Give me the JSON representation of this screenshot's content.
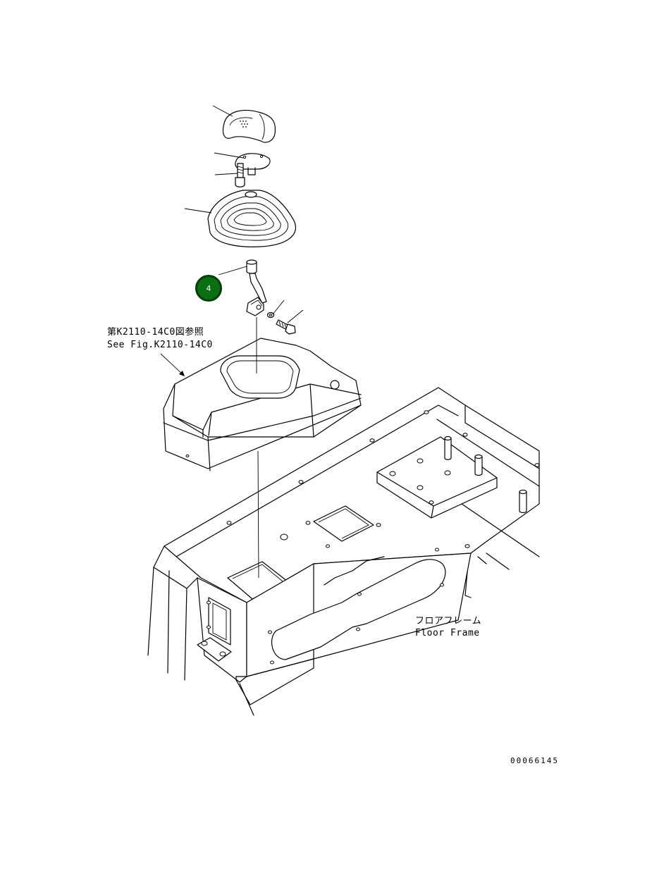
{
  "callouts": {
    "ref_jp": "第K2110-14C0図参照",
    "ref_en": "See Fig.K2110-14C0",
    "frame_jp": "フロアフレーム",
    "frame_en": "Floor Frame"
  },
  "part_badge": {
    "number": "4",
    "color": "#0a6e12"
  },
  "drawing_id": "00066145"
}
